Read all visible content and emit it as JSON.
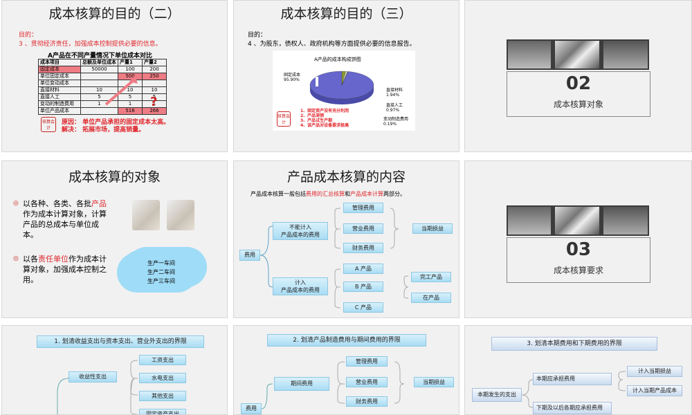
{
  "s1": {
    "title": "成本核算的目的（二）",
    "purpose_label": "目的：",
    "point3": "3 、贯彻经济责任，加强成本控制提供必要的信息。",
    "table_title": "A产品在不同产量情况下单位成本对比",
    "headers": [
      "成本项目",
      "总额及单位成本",
      "产量1",
      "产量2"
    ],
    "rows": [
      [
        "固定成本",
        "50000",
        "100",
        "200"
      ],
      [
        "单位固定成本",
        "",
        "500",
        "250"
      ],
      [
        "单位变动成本",
        "",
        "",
        ""
      ],
      [
        "直接材料",
        "10",
        "10",
        "10"
      ],
      [
        "直接人工",
        "5",
        "5",
        "5"
      ],
      [
        "变动的制造费用",
        "1",
        "1",
        "1"
      ],
      [
        "单位产品成本",
        "",
        "516",
        "266"
      ]
    ],
    "reason": "原因：  单位产品承担的固定成本太高。",
    "solution": "解决：  拓展市场，提高销量。",
    "stamp": "核算会计"
  },
  "s2": {
    "title": "成本核算的目的（三）",
    "purpose_label": "目的：",
    "point4": "4 、为股东，债权人、政府机构等方面提供必要的信息报告。",
    "chart_title": "A产品的成本构成饼图",
    "labels": [
      "固定成本 95.90%",
      "直接材料 1.94%",
      "直接人工 0.97%",
      "变动制造费用 0.19%"
    ],
    "notes": [
      "1、固定资产没有充分利用",
      "2、产品滞销",
      "3、产品试生产期",
      "4、该产品对设备要求极高"
    ],
    "stamp": "核算会计"
  },
  "chart_data": {
    "type": "pie",
    "title": "A产品的成本构成饼图",
    "categories": [
      "固定成本",
      "直接材料",
      "直接人工",
      "变动制造费用"
    ],
    "values": [
      95.9,
      1.94,
      0.97,
      0.19
    ]
  },
  "s3": {
    "number": "02",
    "subtitle": "成本核算对象"
  },
  "s4": {
    "title": "成本核算的对象",
    "bullet1_a": "以各种、各类、各批",
    "bullet1_b": "产",
    "bullet1_c": "品",
    "bullet1_d": "作为成本计算对象，计算产品的总成本与单位成本。",
    "bullet2_a": "以各",
    "bullet2_b": "责任单位",
    "bullet2_c": "作为成本计算对象，加强成本控制之用。",
    "cloud_lines": [
      "生产一车间",
      "生产二车间",
      "生产三车间"
    ]
  },
  "s5": {
    "title": "产品成本核算的内容",
    "desc_a": "产品成本核算一般包括",
    "desc_b": "费用的汇总核算",
    "desc_c": "和",
    "desc_d": "产品成本计算",
    "desc_e": "两部分。",
    "root": "费用",
    "not_included": "不能计入\n产品成本的费用",
    "included": "计入\n产品成本的费用",
    "expenses": [
      "管理费用",
      "营业费用",
      "财务费用"
    ],
    "current_loss": "当期损益",
    "products": [
      "A 产品",
      "B 产品",
      "C 产品"
    ],
    "finished": "完工产品",
    "wip": "在产品"
  },
  "s6": {
    "number": "03",
    "subtitle": "成本核算要求"
  },
  "s7": {
    "banner": "1. 划清收益支出与资本支出、营业外支出的界限",
    "revenue": "收益性支出",
    "items": [
      "工资支出",
      "水电支出",
      "其他支出",
      "固定资产支出"
    ]
  },
  "s8": {
    "banner": "2. 划清产品制造费用与期间费用的界限",
    "root": "费用",
    "period": "期间费用",
    "expenses": [
      "管理费用",
      "营业费用",
      "财务费用"
    ],
    "current_loss": "当期损益"
  },
  "s9": {
    "banner": "3. 划清本期费用和下期费用的界限",
    "occurred": "本期发生的支出",
    "bear_current": "本期应承担费用",
    "bear_future": "下期及以后各期应承担费用",
    "to_loss": "计入当期损益",
    "to_cost": "计入当期产品成本"
  }
}
